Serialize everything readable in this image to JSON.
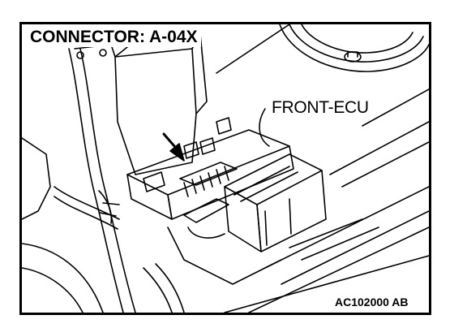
{
  "diagram": {
    "title": "CONNECTOR: A-04X",
    "callout_label": "FRONT-ECU",
    "figure_code": "AC102000 AB"
  }
}
